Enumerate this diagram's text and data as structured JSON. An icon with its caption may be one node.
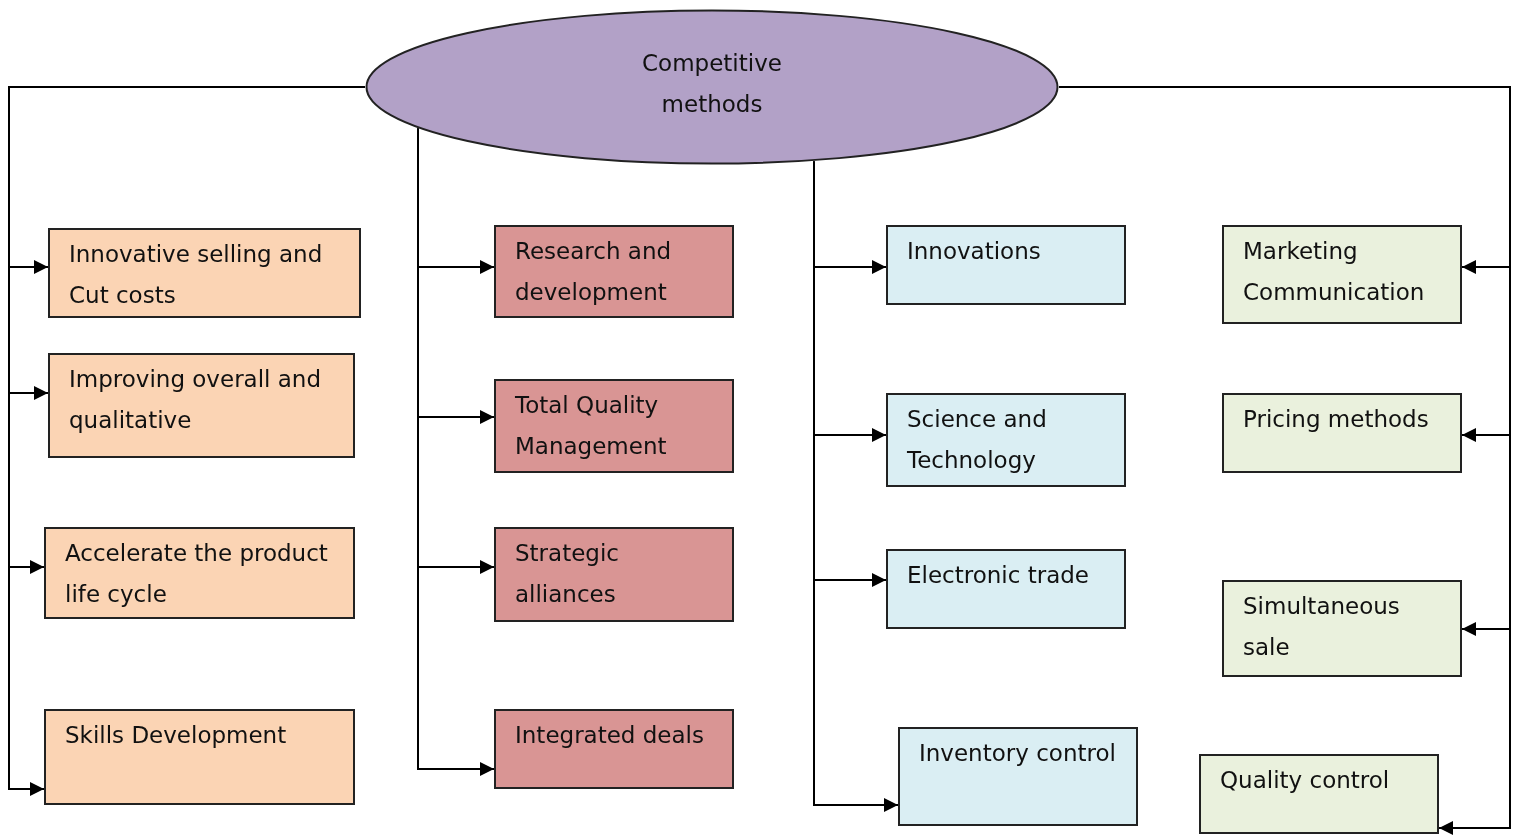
{
  "diagram": {
    "nodes": [
      {
        "text": [
          "Competitive methods"
        ]
      },
      {
        "text": [
          "Innovative selling and Cut costs"
        ]
      },
      {
        "text": [
          "Improving overall and qualitative"
        ]
      },
      {
        "text": [
          "Accelerate the product life cycle"
        ]
      },
      {
        "text": [
          "Skills Development"
        ]
      },
      {
        "text": [
          "Research and development"
        ]
      },
      {
        "text": [
          "Total Quality Management"
        ]
      },
      {
        "text": [
          "Strategic alliances"
        ]
      },
      {
        "text": [
          "Integrated deals"
        ]
      },
      {
        "text": [
          "Innovations"
        ]
      },
      {
        "text": [
          "Science and Technology"
        ]
      },
      {
        "text": [
          "Electronic trade"
        ]
      },
      {
        "text": [
          "Inventory control"
        ]
      },
      {
        "text": [
          "Marketing Communication"
        ]
      },
      {
        "text": [
          "Pricing methods"
        ]
      },
      {
        "text": [
          "Simultaneous sale"
        ]
      },
      {
        "text": [
          "Quality control"
        ]
      }
    ],
    "edges": [
      {
        "from": 0,
        "to": 1,
        "arrow": "to"
      },
      {
        "from": 0,
        "to": 2,
        "arrow": "to"
      },
      {
        "from": 0,
        "to": 3,
        "arrow": "to"
      },
      {
        "from": 0,
        "to": 4,
        "arrow": "to"
      },
      {
        "from": 0,
        "to": 5,
        "arrow": "to"
      },
      {
        "from": 0,
        "to": 6,
        "arrow": "to"
      },
      {
        "from": 0,
        "to": 7,
        "arrow": "to"
      },
      {
        "from": 0,
        "to": 8,
        "arrow": "to"
      },
      {
        "from": 0,
        "to": 9,
        "arrow": "to"
      },
      {
        "from": 0,
        "to": 10,
        "arrow": "to"
      },
      {
        "from": 0,
        "to": 11,
        "arrow": "to"
      },
      {
        "from": 0,
        "to": 12,
        "arrow": "to"
      },
      {
        "from": 0,
        "to": 13,
        "arrow": "to"
      },
      {
        "from": 0,
        "to": 14,
        "arrow": "to"
      },
      {
        "from": 0,
        "to": 15,
        "arrow": "to"
      },
      {
        "from": 0,
        "to": 16,
        "arrow": "to"
      }
    ]
  }
}
